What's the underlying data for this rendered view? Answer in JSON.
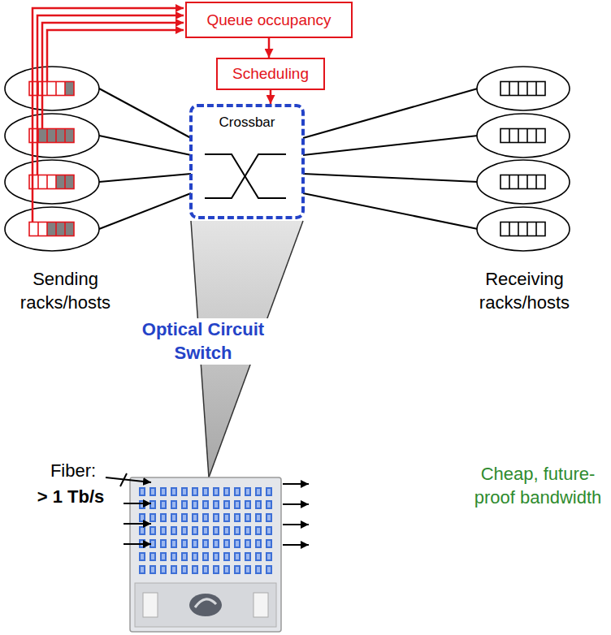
{
  "diagram": {
    "nodes": [
      {
        "text": [
          "Queue occupancy"
        ]
      },
      {
        "text": [
          "Scheduling"
        ]
      },
      {
        "text": [
          "Crossbar"
        ]
      }
    ],
    "edges": [
      {
        "from": 0,
        "to": 1,
        "arrow": "to"
      },
      {
        "from": 1,
        "to": 2,
        "arrow": "to"
      }
    ],
    "labels": [
      "Sending racks/hosts",
      "Receiving racks/hosts",
      "Optical Circuit Switch",
      "Fiber:",
      "> 1 Tb/s",
      "Cheap, future-proof bandwidth"
    ]
  }
}
